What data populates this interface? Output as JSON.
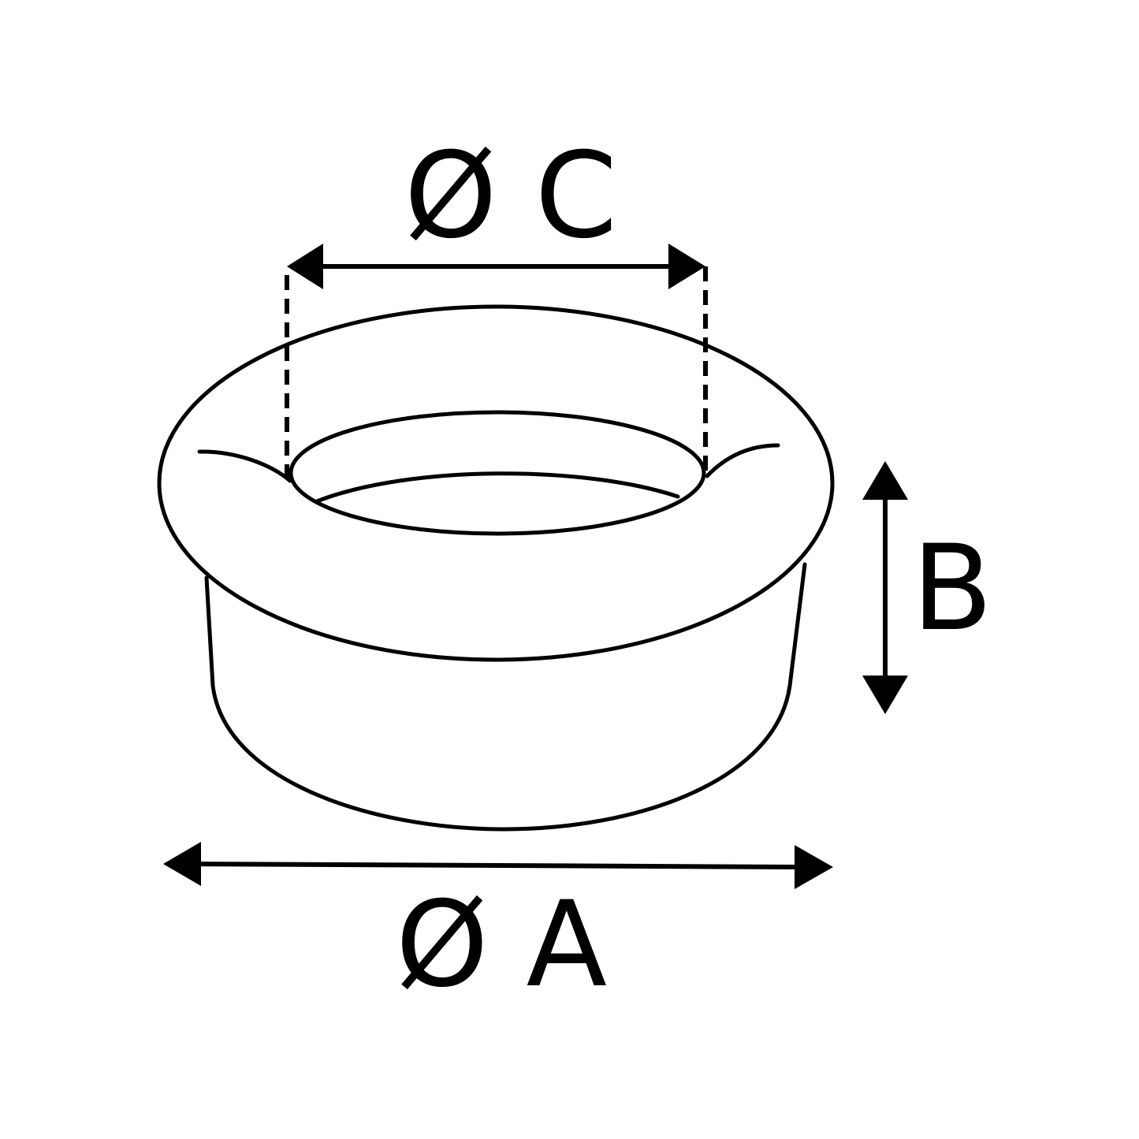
{
  "labels": {
    "inner_diameter": "Ø C",
    "outer_diameter": "Ø A",
    "height": "B"
  },
  "colors": {
    "line": "#000000",
    "background": "#ffffff"
  }
}
